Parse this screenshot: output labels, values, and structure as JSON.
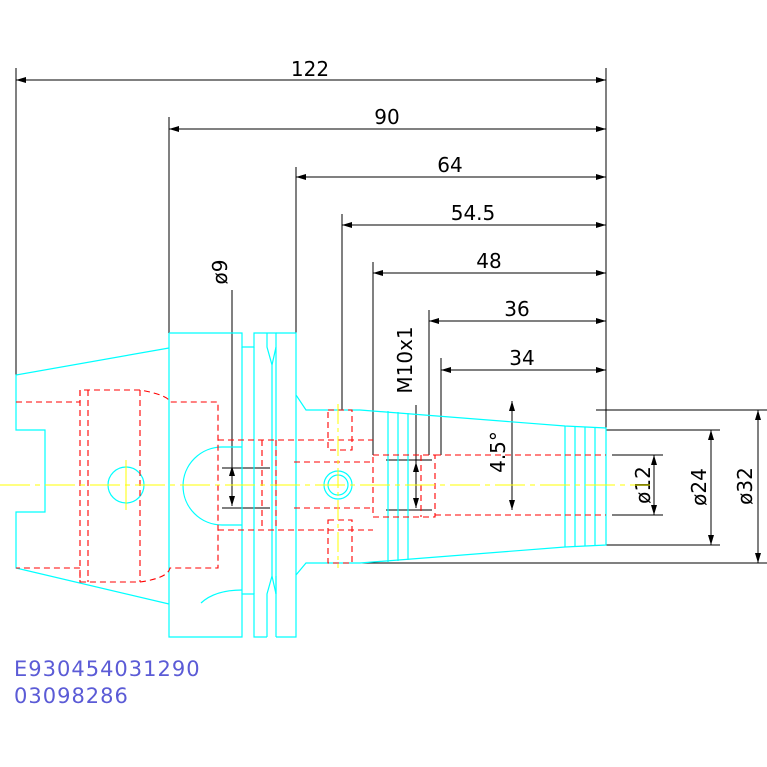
{
  "dimensions": {
    "d122": "122",
    "d90": "90",
    "d64": "64",
    "d54_5": "54.5",
    "d48": "48",
    "d36": "36",
    "d34": "34",
    "phi9": "ø9",
    "thread": "M10x1",
    "angle": "4.5°",
    "phi12": "ø12",
    "phi24": "ø24",
    "phi32": "ø32"
  },
  "codes": {
    "line1": "E930454031290",
    "line2": "03098286"
  },
  "colors": {
    "outline": "#00ffff",
    "hidden": "#ff0000",
    "centerline": "#ffff00",
    "dimension": "#000000",
    "code_text": "#5b5bd6"
  }
}
